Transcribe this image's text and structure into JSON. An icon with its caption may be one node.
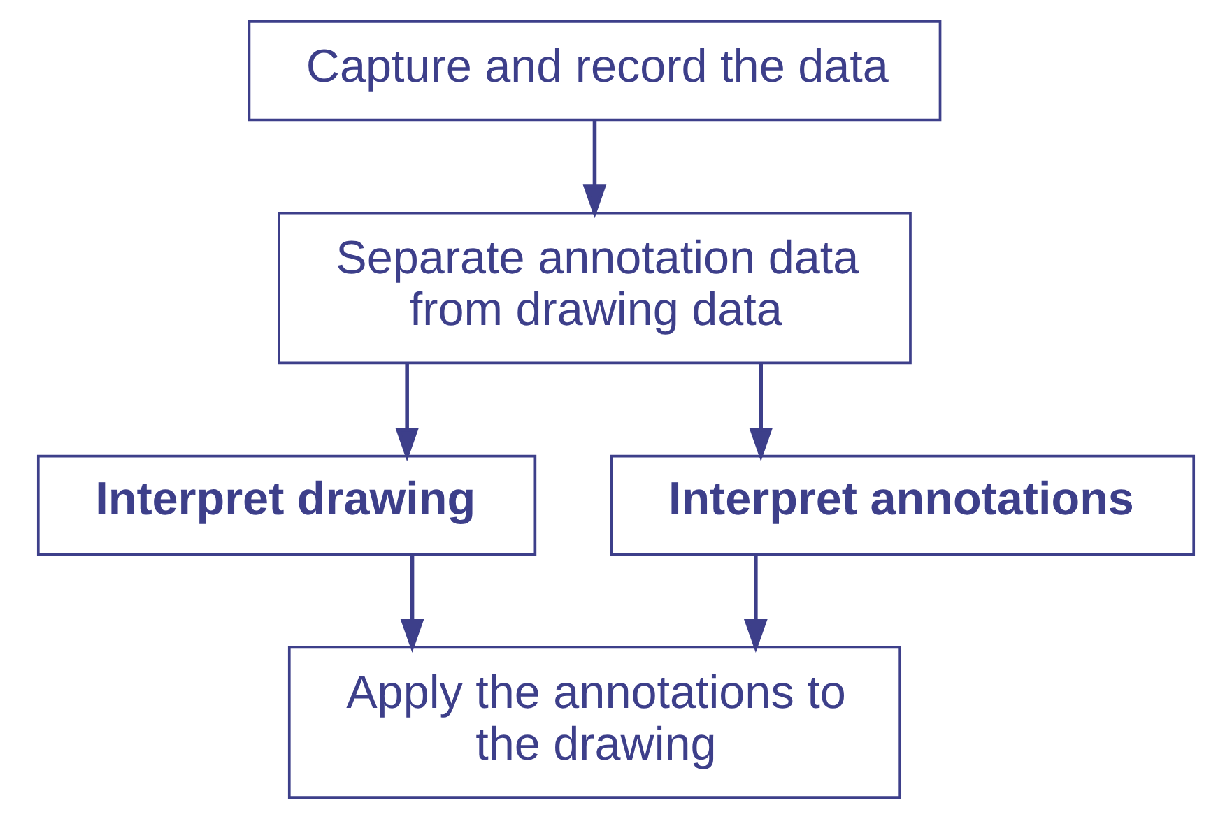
{
  "diagram": {
    "nodes": [
      {
        "text": [
          "Capture and record the data"
        ]
      },
      {
        "text": [
          "Separate annotation data from drawing data"
        ]
      },
      {
        "text": [
          "Interpret drawing"
        ]
      },
      {
        "text": [
          "Interpret annotations"
        ]
      },
      {
        "text": [
          "Apply the annotations to the drawing"
        ]
      }
    ],
    "edges": [
      {
        "from": 0,
        "to": 1,
        "arrow": "to"
      },
      {
        "from": 1,
        "to": 2,
        "arrow": "to"
      },
      {
        "from": 1,
        "to": 3,
        "arrow": "to"
      },
      {
        "from": 2,
        "to": 4,
        "arrow": "to"
      },
      {
        "from": 3,
        "to": 4,
        "arrow": "to"
      }
    ]
  }
}
